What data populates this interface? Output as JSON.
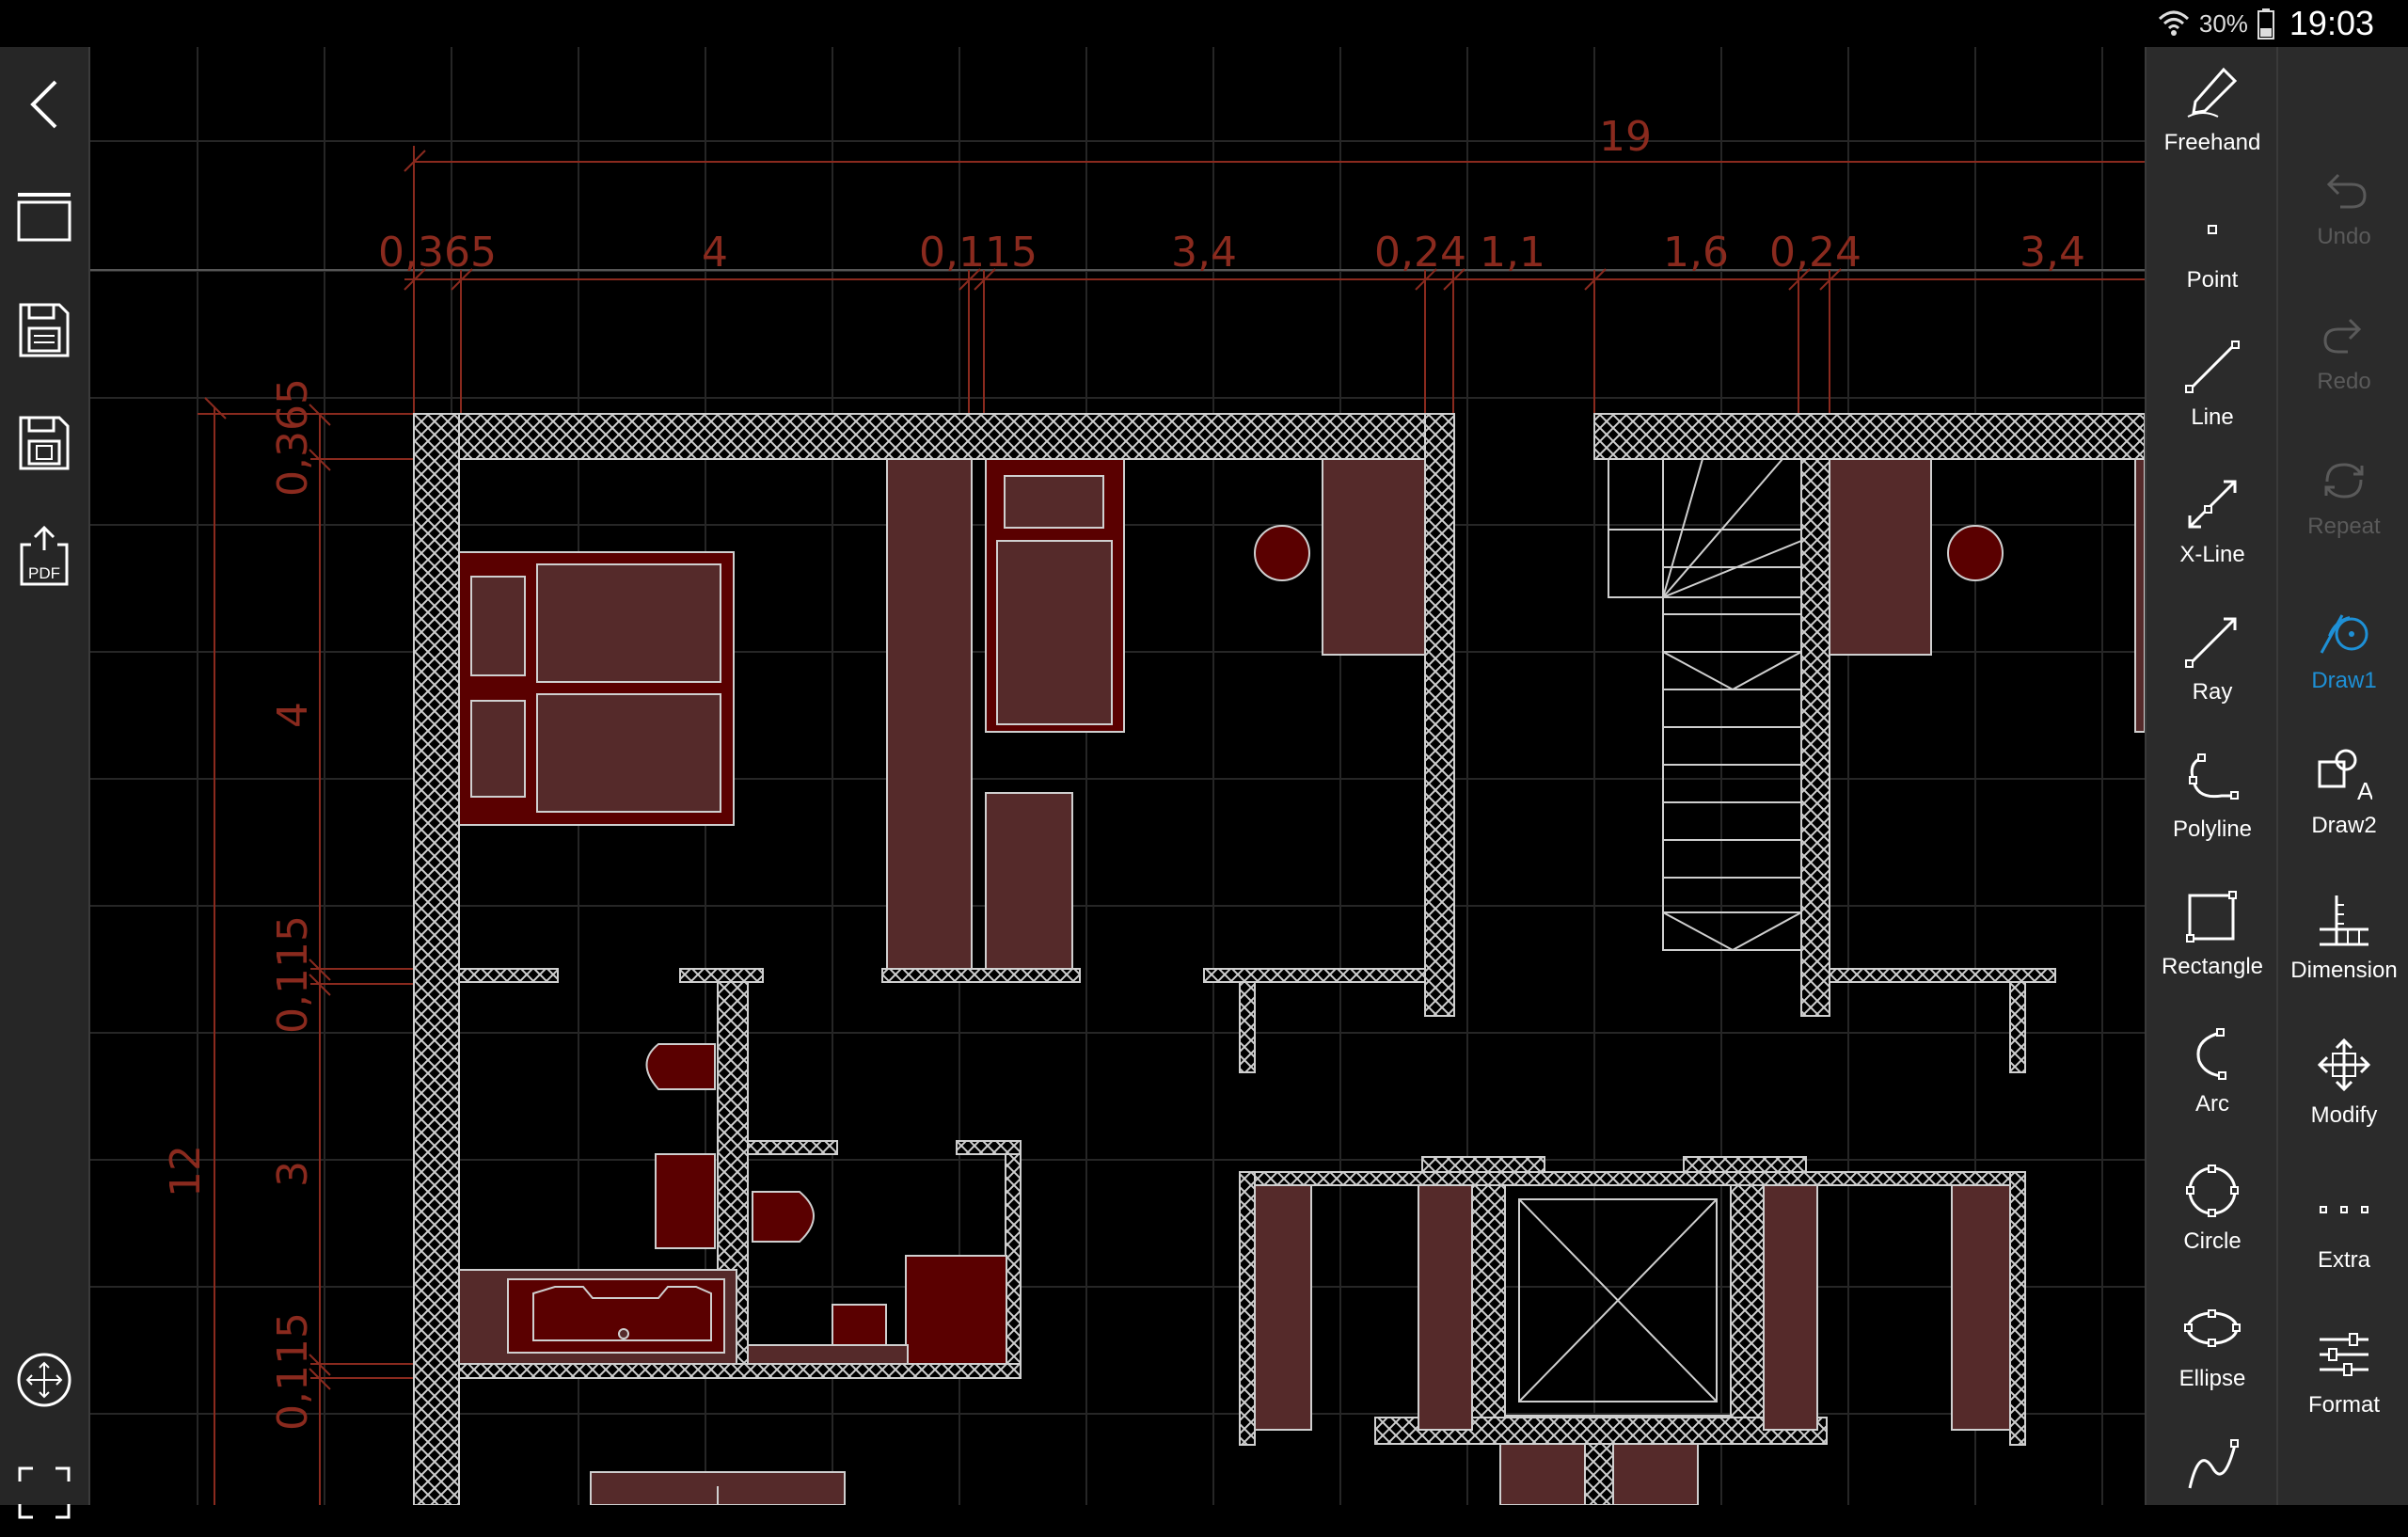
{
  "status": {
    "battery_percent": "30%",
    "time": "19:03"
  },
  "left_toolbar": {
    "back": "back-icon",
    "new": "new-drawing-icon",
    "save": "save-icon",
    "save_as": "save-as-icon",
    "export_pdf_label": "PDF",
    "pan": "pan-icon",
    "fullscreen": "fullscreen-icon"
  },
  "draw_tools": [
    {
      "label": "Freehand",
      "icon": "freehand-icon"
    },
    {
      "label": "Point",
      "icon": "point-icon"
    },
    {
      "label": "Line",
      "icon": "line-icon"
    },
    {
      "label": "X-Line",
      "icon": "xline-icon"
    },
    {
      "label": "Ray",
      "icon": "ray-icon"
    },
    {
      "label": "Polyline",
      "icon": "polyline-icon"
    },
    {
      "label": "Rectangle",
      "icon": "rectangle-icon"
    },
    {
      "label": "Arc",
      "icon": "arc-icon"
    },
    {
      "label": "Circle",
      "icon": "circle-icon"
    },
    {
      "label": "Ellipse",
      "icon": "ellipse-icon"
    },
    {
      "label": "",
      "icon": "spline-icon"
    }
  ],
  "main_tools": [
    {
      "label": "Undo",
      "state": "disabled"
    },
    {
      "label": "Redo",
      "state": "disabled"
    },
    {
      "label": "Repeat",
      "state": "disabled"
    },
    {
      "label": "Draw1",
      "state": "active"
    },
    {
      "label": "Draw2",
      "state": "normal"
    },
    {
      "label": "Dimension",
      "state": "normal"
    },
    {
      "label": "Modify",
      "state": "normal"
    },
    {
      "label": "Extra",
      "state": "normal"
    },
    {
      "label": "Format",
      "state": "normal"
    }
  ],
  "drawing": {
    "overall_width": "19",
    "overall_height": "12",
    "top_dimensions": [
      "0,365",
      "4",
      "0,115",
      "3,4",
      "0,24",
      "1,1",
      "1,6",
      "0,24",
      "3,4"
    ],
    "left_dimensions": [
      "0,365",
      "4",
      "0,115",
      "3",
      "0,115"
    ],
    "colors": {
      "background": "#000000",
      "grid": "#2a2a2a",
      "dimension": "#8a2a1e",
      "furniture_fill": "#552a2a",
      "wall_hatch": "#cfcfcf",
      "active_tool": "#1e90d6"
    }
  }
}
